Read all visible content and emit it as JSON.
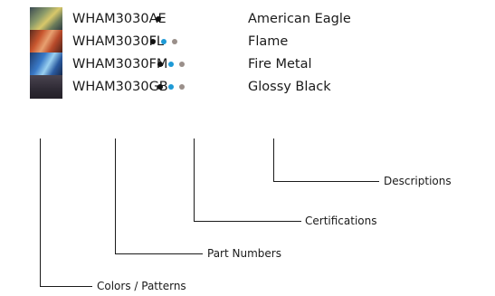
{
  "rows": [
    {
      "swatch_name": "american-eagle-swatch",
      "part_number": "WHAM3030AE",
      "description": "American Eagle",
      "certifications": [
        "#111111"
      ]
    },
    {
      "swatch_name": "flame-swatch",
      "part_number": "WHAM3030FL",
      "description": "Flame",
      "certifications": [
        "#111111",
        "#1e9ad6",
        "#9a8f8a"
      ]
    },
    {
      "swatch_name": "fire-metal-swatch",
      "part_number": "WHAM3030FM",
      "description": "Fire Metal",
      "certifications": [
        "#111111",
        "#1e9ad6",
        "#9a8f8a"
      ]
    },
    {
      "swatch_name": "glossy-black-swatch",
      "part_number": "WHAM3030GB",
      "description": "Glossy Black",
      "certifications": [
        "#111111",
        "#1e9ad6",
        "#9a8f8a"
      ]
    }
  ],
  "callouts": {
    "descriptions": "Descriptions",
    "certifications": "Certifications",
    "part_numbers": "Part Numbers",
    "colors_patterns": "Colors / Patterns"
  },
  "colors": {
    "line": "#1a1a1a",
    "text": "#1a1a1a"
  }
}
